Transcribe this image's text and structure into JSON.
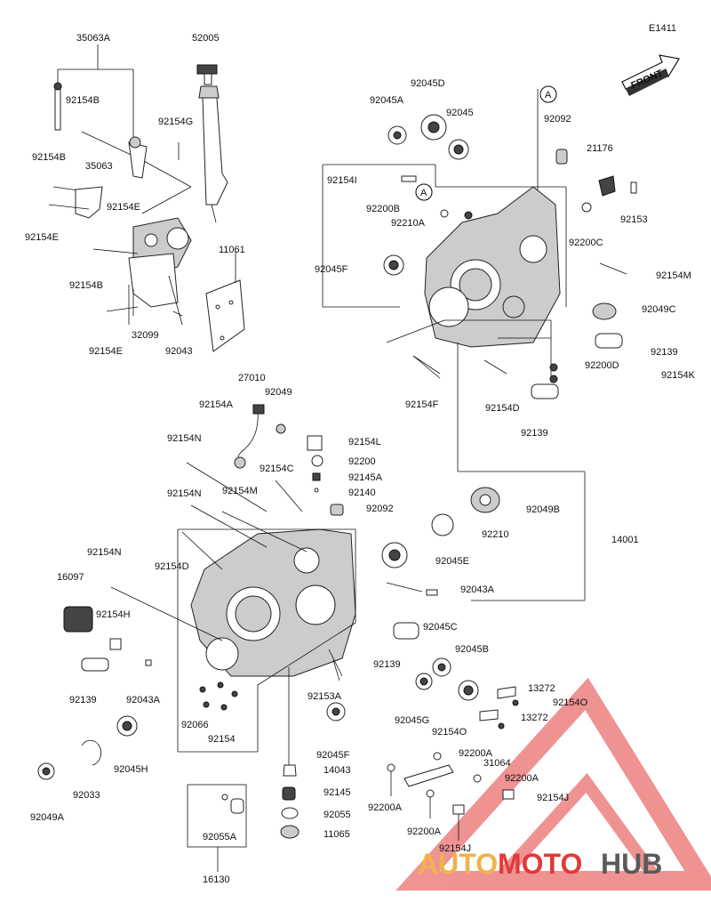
{
  "diagram_code": "E1411",
  "front_label": "FRONT",
  "ref_marker": "A",
  "watermark": {
    "part1": "AUTO",
    "part2": "MOTO",
    "part3": "HUB"
  },
  "labels": {
    "p35063A": "35063A",
    "p52005": "52005",
    "p92154B_1": "92154B",
    "p92154G": "92154G",
    "p92154B_2": "92154B",
    "p35063": "35063",
    "p92154E_1": "92154E",
    "p92154E_2": "92154E",
    "p11061": "11061",
    "p92154B_3": "92154B",
    "p32099": "32099",
    "p92154E_3": "92154E",
    "p92043": "92043",
    "p92045D": "92045D",
    "p92045A_top": "92045A",
    "p92045_top": "92045",
    "p92092_top": "92092",
    "p21176": "21176",
    "p92154I": "92154I",
    "p92200B": "92200B",
    "p92210A": "92210A",
    "p92153": "92153",
    "p92200C": "92200C",
    "p92045F_top": "92045F",
    "p92154M_top": "92154M",
    "p92049C": "92049C",
    "p92139_r1": "92139",
    "p92200D": "92200D",
    "p92154K": "92154K",
    "p92154F": "92154F",
    "p92154D_top": "92154D",
    "p92139_r2": "92139",
    "p27010": "27010",
    "p92049": "92049",
    "p92154A": "92154A",
    "p92154N_1": "92154N",
    "p92154L": "92154L",
    "p92200": "92200",
    "p92154C": "92154C",
    "p92145A": "92145A",
    "p92140": "92140",
    "p92154N_2": "92154N",
    "p92154M_mid": "92154M",
    "p92092_mid": "92092",
    "p92049B": "92049B",
    "p92210": "92210",
    "p14001": "14001",
    "p92154D_mid": "92154D",
    "p92045E": "92045E",
    "p92154N_3": "92154N",
    "p92043A_r": "92043A",
    "p16097": "16097",
    "p92154H": "92154H",
    "p92045C": "92045C",
    "p92139_mid": "92139",
    "p92045B": "92045B",
    "p92139_left": "92139",
    "p92043A_l": "92043A",
    "p13272_1": "13272",
    "p92154O_1": "92154O",
    "p92153A": "92153A",
    "p92045G": "92045G",
    "p13272_2": "13272",
    "p92066": "92066",
    "p92154O_2": "92154O",
    "p92154_bot": "92154",
    "p92045H": "92045H",
    "p92045F_bot": "92045F",
    "p92200A_1": "92200A",
    "p31064": "31064",
    "p14043": "14043",
    "p92200A_2": "92200A",
    "p92033": "92033",
    "p92145": "92145",
    "p92154J_1": "92154J",
    "p92049A": "92049A",
    "p92200A_3": "92200A",
    "p92055": "92055",
    "p92055A": "92055A",
    "p92200A_4": "92200A",
    "p11065": "11065",
    "p92154J_2": "92154J",
    "p16130": "16130"
  }
}
